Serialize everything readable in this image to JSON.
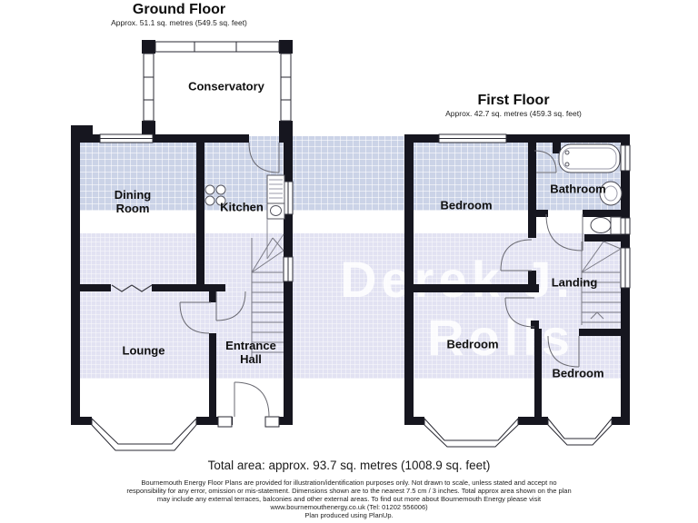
{
  "ground_floor": {
    "title": "Ground Floor",
    "subtitle": "Approx. 51.1 sq. metres (549.5 sq. feet)",
    "rooms": {
      "conservatory": "Conservatory",
      "dining_room": "Dining\nRoom",
      "kitchen": "Kitchen",
      "lounge": "Lounge",
      "entrance_hall": "Entrance\nHall"
    }
  },
  "first_floor": {
    "title": "First Floor",
    "subtitle": "Approx. 42.7 sq. metres (459.3 sq. feet)",
    "rooms": {
      "bedroom_top": "Bedroom",
      "bathroom": "Bathroom",
      "landing": "Landing",
      "bedroom_bottom_left": "Bedroom",
      "bedroom_bottom_right": "Bedroom"
    }
  },
  "watermark": {
    "line1": "Derek J.",
    "line2": "Rolls"
  },
  "colors": {
    "wall": "#16161f",
    "stripe_top": "#cbd3e7",
    "stripe_bottom": "#e2e2f2",
    "watermark_text": "#ffffff"
  },
  "footer": {
    "total_area": "Total area: approx. 93.7 sq. metres (1008.9 sq. feet)",
    "disclaimer_line1": "Bournemouth Energy Floor Plans are provided for illustration/identification purposes only. Not drawn to scale, unless stated and accept no",
    "disclaimer_line2": "responsibility for any error, omission or mis-statement. Dimensions shown are to the nearest 7.5 cm / 3 inches. Total approx area shown on the plan",
    "disclaimer_line3": "may include any external terraces, balconies and other external areas. To find out more about Bournemouth Energy please visit",
    "website_line": "www.bournemouthenergy.co.uk (Tel: 01202 556006)",
    "produced_by": "Plan produced using PlanUp."
  }
}
